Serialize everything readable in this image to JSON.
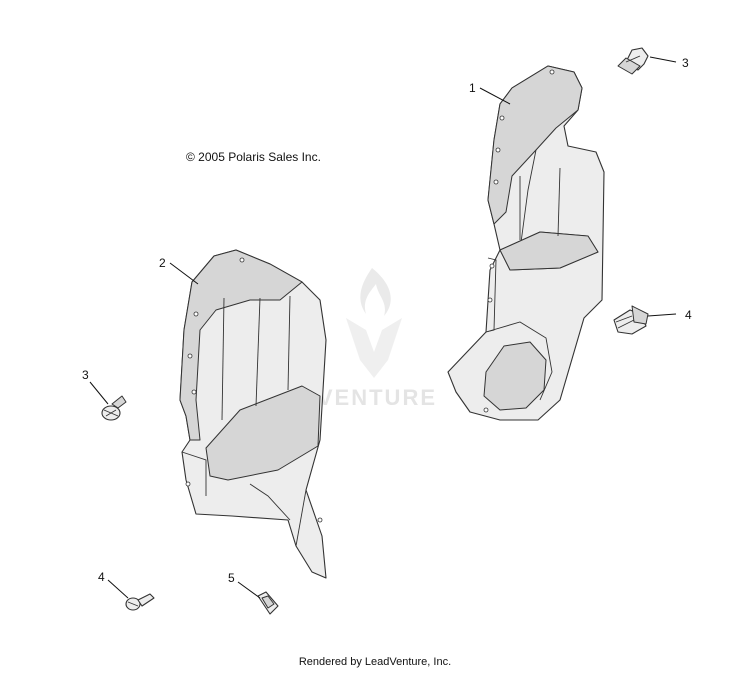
{
  "copyright": "© 2005 Polaris Sales Inc.",
  "footer": "Rendered by LeadVenture, Inc.",
  "watermark": "LEADVENTURE",
  "callouts": [
    {
      "id": "callout-1",
      "label": "1",
      "part": "right-shield-panel"
    },
    {
      "id": "callout-2",
      "label": "2",
      "part": "left-shield-panel"
    },
    {
      "id": "callout-3a",
      "label": "3",
      "part": "push-rivet-upper-right"
    },
    {
      "id": "callout-3b",
      "label": "3",
      "part": "push-rivet-left"
    },
    {
      "id": "callout-4a",
      "label": "4",
      "part": "screw-right"
    },
    {
      "id": "callout-4b",
      "label": "4",
      "part": "screw-lower-left"
    },
    {
      "id": "callout-5",
      "label": "5",
      "part": "clip-nut"
    }
  ]
}
